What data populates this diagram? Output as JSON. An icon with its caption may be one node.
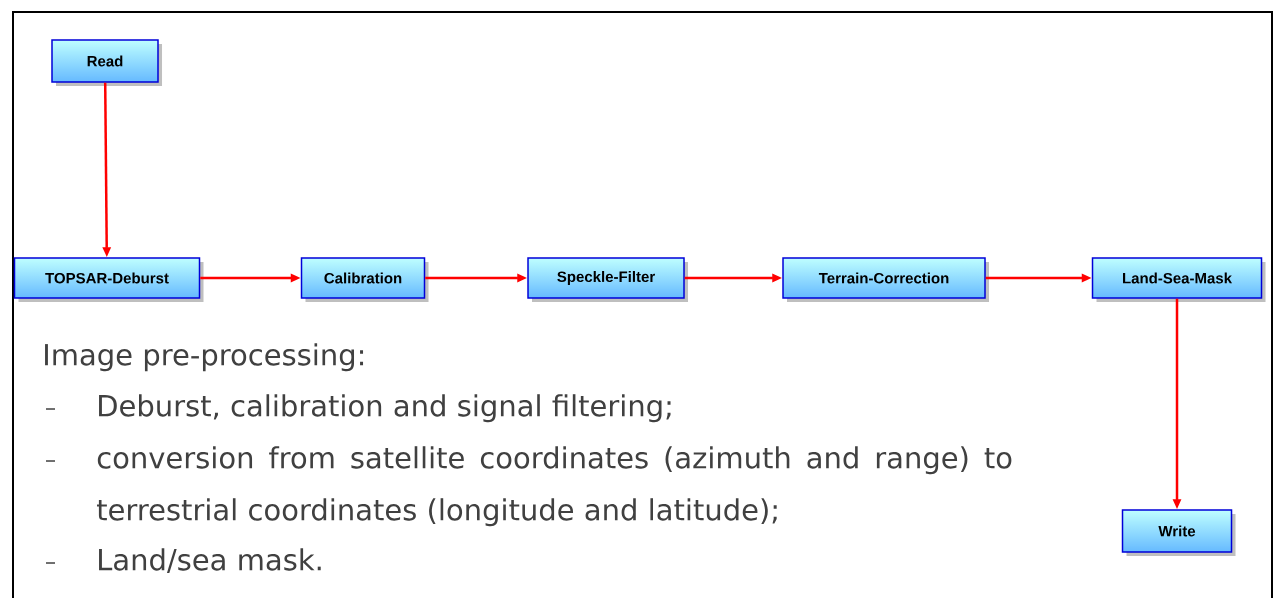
{
  "diagram": {
    "nodes": [
      {
        "text": [
          "Read"
        ]
      },
      {
        "text": [
          "TOPSAR-Deburst"
        ]
      },
      {
        "text": [
          "Calibration"
        ]
      },
      {
        "text": [
          "Speckle-Filter"
        ]
      },
      {
        "text": [
          "Terrain-Correction"
        ]
      },
      {
        "text": [
          "Land-Sea-Mask"
        ]
      },
      {
        "text": [
          "Write"
        ]
      }
    ],
    "edges": [
      {
        "from": 0,
        "to": 1,
        "arrow": "to"
      },
      {
        "from": 1,
        "to": 2,
        "arrow": "to"
      },
      {
        "from": 2,
        "to": 3,
        "arrow": "to"
      },
      {
        "from": 3,
        "to": 4,
        "arrow": "to"
      },
      {
        "from": 4,
        "to": 5,
        "arrow": "to"
      },
      {
        "from": 5,
        "to": 6,
        "arrow": "to"
      }
    ],
    "labels": [
      "Image pre-processing:",
      "Deburst, calibration and signal filtering;",
      "conversion from satellite coordinates (azimuth and range) to terrestrial coordinates (longitude and latitude);",
      "Land/sea mask."
    ]
  }
}
